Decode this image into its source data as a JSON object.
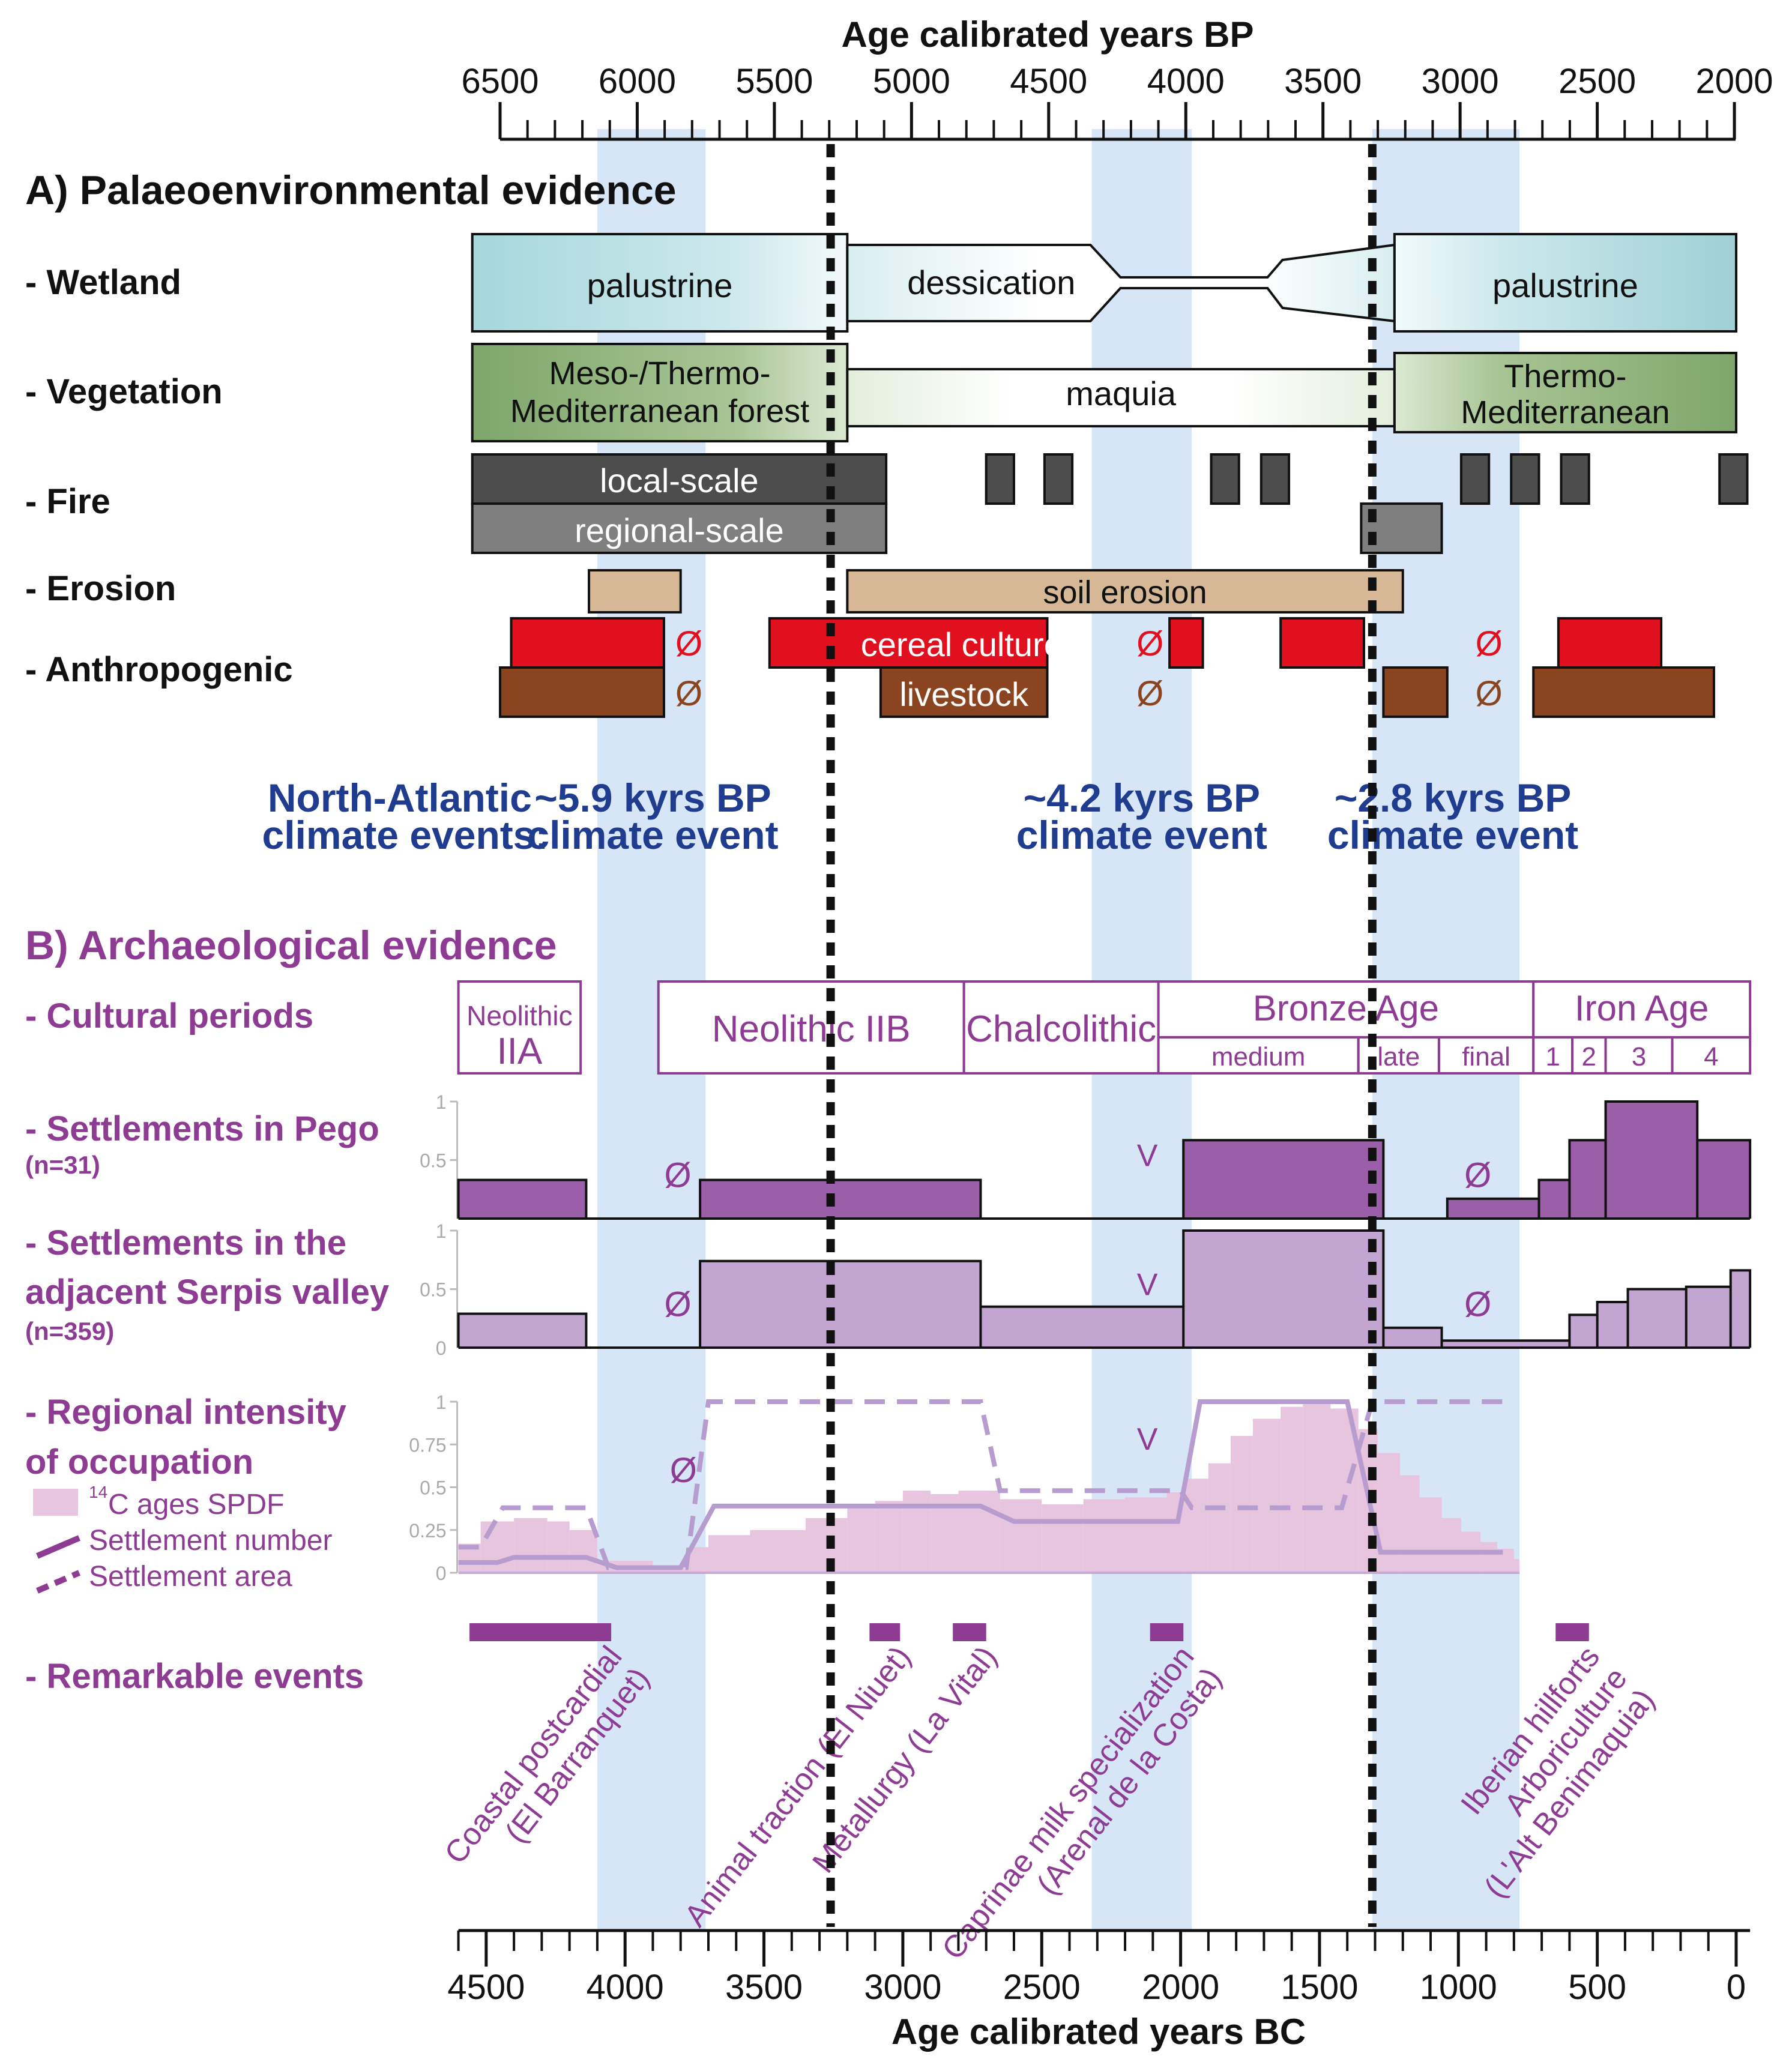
{
  "chart_data": {
    "type": "timeline",
    "top_axis": {
      "label": "Age calibrated years BP",
      "ticks": [
        "6500",
        "6000",
        "5500",
        "5000",
        "4500",
        "4000",
        "3500",
        "3000",
        "2500",
        "2000"
      ],
      "range": [
        6500,
        2000
      ]
    },
    "bottom_axis": {
      "label": "Age calibrated years BC",
      "ticks": [
        "4500",
        "4000",
        "3500",
        "3000",
        "2500",
        "2000",
        "1500",
        "1000",
        "500",
        "0"
      ],
      "range": [
        4500,
        0
      ]
    },
    "climate_bands_bc": [
      [
        4100,
        3710
      ],
      [
        2320,
        1960
      ],
      [
        1310,
        780
      ]
    ],
    "dotted_lines_bc": [
      3260,
      1310
    ],
    "section_a": {
      "title": "A) Palaeoenvironmental evidence",
      "rows": {
        "wetland": "- Wetland",
        "vegetation": "- Vegetation",
        "fire": "- Fire",
        "erosion": "- Erosion",
        "anthropogenic": "- Anthropogenic"
      },
      "wetland": {
        "segments": [
          {
            "label": "palustrine",
            "from_bc": 4550,
            "to_bc": 3200
          },
          {
            "label": "dessication",
            "from_bc": 3200,
            "to_bc": 1230
          },
          {
            "label": "palustrine",
            "from_bc": 1230,
            "to_bc": 0
          }
        ]
      },
      "vegetation": {
        "segments": [
          {
            "label": [
              "Meso-/Thermo-",
              "Mediterranean forest"
            ],
            "from_bc": 4550,
            "to_bc": 3200
          },
          {
            "label": [
              "maquia"
            ],
            "from_bc": 3200,
            "to_bc": 1230
          },
          {
            "label": [
              "Thermo-",
              "Mediterranean"
            ],
            "from_bc": 1230,
            "to_bc": 0
          }
        ]
      },
      "fire": {
        "local_label": "local-scale",
        "regional_label": "regional-scale",
        "local_bars_bc": [
          [
            4550,
            3060
          ],
          [
            2700,
            2600
          ],
          [
            2490,
            2390
          ],
          [
            1890,
            1790
          ],
          [
            1710,
            1610
          ],
          [
            990,
            890
          ],
          [
            810,
            710
          ],
          [
            630,
            530
          ],
          [
            60,
            -40
          ]
        ],
        "regional_bars_bc": [
          [
            4550,
            3060
          ],
          [
            1350,
            1060
          ]
        ]
      },
      "erosion": {
        "label": "soil erosion",
        "bars_bc": [
          [
            4130,
            3800
          ],
          [
            3200,
            1200
          ]
        ]
      },
      "anthropogenic": {
        "cereal_label": "cereal culture",
        "livestock_label": "livestock",
        "absent_symbol": "Ø",
        "cereal_bars_bc": [
          [
            4410,
            3860
          ],
          [
            3480,
            2480
          ],
          [
            2040,
            1920
          ],
          [
            1640,
            1340
          ],
          [
            640,
            270
          ]
        ],
        "livestock_bars_bc": [
          [
            4450,
            3860
          ],
          [
            3080,
            2480
          ],
          [
            1270,
            1040
          ],
          [
            730,
            80
          ]
        ],
        "cereal_absent_bc": [
          3770,
          2110,
          890
        ],
        "livestock_absent_bc": [
          3770,
          2110,
          890
        ]
      },
      "climate": {
        "header": [
          "North-Atlantic",
          "climate events:"
        ],
        "events": [
          {
            "label": [
              "~5.9 kyrs BP",
              "climate event"
            ],
            "at_bc": 3900
          },
          {
            "label": [
              "~4.2 kyrs BP",
              "climate event"
            ],
            "at_bc": 2140
          },
          {
            "label": [
              "~2.8 kyrs BP",
              "climate event"
            ],
            "at_bc": 1020
          }
        ]
      }
    },
    "section_b": {
      "title": "B) Archaeological evidence",
      "rows": {
        "cultural": "- Cultural periods",
        "pego": "- Settlements in Pego",
        "pego_n": "(n=31)",
        "serpis_1": "- Settlements in the",
        "serpis_2": "adjacent Serpis valley",
        "serpis_n": "(n=359)",
        "regional_1": "- Regional intensity",
        "regional_2": "of occupation",
        "remarkable": "- Remarkable events"
      },
      "cultural_periods": {
        "neolithic_iia": [
          "Neolithic",
          "IIA"
        ],
        "neolithic_iib": "Neolithic IIB",
        "chalcolithic": "Chalcolithic",
        "bronze_age": "Bronze Age",
        "bronze_subs": [
          "medium",
          "late",
          "final"
        ],
        "iron_age": "Iron Age",
        "iron_subs": [
          "1",
          "2",
          "3",
          "4"
        ]
      },
      "pego": {
        "y_ticks": [
          "1",
          "0.5"
        ],
        "ylim": [
          0,
          1
        ],
        "steps": [
          {
            "from_bc": 4600,
            "to_bc": 4140,
            "value": 0.33
          },
          {
            "from_bc": 3730,
            "to_bc": 2720,
            "value": 0.33
          },
          {
            "from_bc": 1990,
            "to_bc": 1270,
            "value": 0.67
          },
          {
            "from_bc": 1040,
            "to_bc": 710,
            "value": 0.17
          },
          {
            "from_bc": 710,
            "to_bc": 600,
            "value": 0.33
          },
          {
            "from_bc": 600,
            "to_bc": 470,
            "value": 0.67
          },
          {
            "from_bc": 470,
            "to_bc": 140,
            "value": 1.0
          },
          {
            "from_bc": 140,
            "to_bc": -50,
            "value": 0.67
          }
        ],
        "absent_bc": [
          3810,
          930
        ],
        "up_marker_bc": 2120,
        "up_marker": "V"
      },
      "serpis": {
        "y_ticks": [
          "1",
          "0.5",
          "0"
        ],
        "ylim": [
          0,
          1
        ],
        "steps": [
          {
            "from_bc": 4600,
            "to_bc": 4140,
            "value": 0.29
          },
          {
            "from_bc": 3730,
            "to_bc": 2720,
            "value": 0.74
          },
          {
            "from_bc": 2720,
            "to_bc": 1990,
            "value": 0.35
          },
          {
            "from_bc": 1990,
            "to_bc": 1270,
            "value": 1.0
          },
          {
            "from_bc": 1270,
            "to_bc": 1060,
            "value": 0.17
          },
          {
            "from_bc": 1060,
            "to_bc": 600,
            "value": 0.06
          },
          {
            "from_bc": 600,
            "to_bc": 500,
            "value": 0.28
          },
          {
            "from_bc": 500,
            "to_bc": 390,
            "value": 0.39
          },
          {
            "from_bc": 390,
            "to_bc": 180,
            "value": 0.5
          },
          {
            "from_bc": 180,
            "to_bc": 20,
            "value": 0.52
          },
          {
            "from_bc": 20,
            "to_bc": -50,
            "value": 0.66
          }
        ],
        "absent_bc": [
          3810,
          930
        ],
        "up_marker_bc": 2120,
        "up_marker": "V"
      },
      "regional": {
        "y_ticks": [
          "1",
          "0.75",
          "0.5",
          "0.25",
          "0"
        ],
        "ylim": [
          0,
          1
        ],
        "legend": {
          "spdf_sup": "14",
          "spdf": "C ages SPDF",
          "number": "Settlement number",
          "area": "Settlement area"
        },
        "spdf_steps": [
          [
            4600,
            0.17
          ],
          [
            4520,
            0.3
          ],
          [
            4400,
            0.32
          ],
          [
            4280,
            0.3
          ],
          [
            4200,
            0.25
          ],
          [
            4100,
            0.07
          ],
          [
            3900,
            0.03
          ],
          [
            3780,
            0.15
          ],
          [
            3700,
            0.22
          ],
          [
            3550,
            0.25
          ],
          [
            3350,
            0.32
          ],
          [
            3200,
            0.38
          ],
          [
            3100,
            0.42
          ],
          [
            3000,
            0.48
          ],
          [
            2900,
            0.46
          ],
          [
            2800,
            0.48
          ],
          [
            2650,
            0.43
          ],
          [
            2500,
            0.4
          ],
          [
            2350,
            0.43
          ],
          [
            2200,
            0.44
          ],
          [
            2050,
            0.47
          ],
          [
            1980,
            0.55
          ],
          [
            1900,
            0.64
          ],
          [
            1820,
            0.8
          ],
          [
            1740,
            0.9
          ],
          [
            1640,
            0.97
          ],
          [
            1560,
            1.0
          ],
          [
            1460,
            0.96
          ],
          [
            1360,
            0.84
          ],
          [
            1290,
            0.7
          ],
          [
            1210,
            0.57
          ],
          [
            1140,
            0.44
          ],
          [
            1060,
            0.32
          ],
          [
            990,
            0.24
          ],
          [
            920,
            0.18
          ],
          [
            860,
            0.14
          ],
          [
            800,
            0.08
          ]
        ],
        "spdf_end_bc": 780,
        "settlement_number": [
          [
            4600,
            0.06
          ],
          [
            4460,
            0.06
          ],
          [
            4400,
            0.09
          ],
          [
            4140,
            0.09
          ],
          [
            4030,
            0.03
          ],
          [
            3800,
            0.03
          ],
          [
            3680,
            0.39
          ],
          [
            3190,
            0.39
          ],
          [
            2720,
            0.39
          ],
          [
            2600,
            0.3
          ],
          [
            2010,
            0.3
          ],
          [
            1930,
            1.0
          ],
          [
            1400,
            1.0
          ],
          [
            1280,
            0.12
          ],
          [
            840,
            0.12
          ]
        ],
        "settlement_area": [
          [
            4600,
            0.15
          ],
          [
            4520,
            0.15
          ],
          [
            4440,
            0.38
          ],
          [
            4230,
            0.38
          ],
          [
            4140,
            0.38
          ],
          [
            4060,
            0.03
          ],
          [
            3780,
            0.03
          ],
          [
            3700,
            1.0
          ],
          [
            3200,
            1.0
          ],
          [
            2720,
            1.0
          ],
          [
            2650,
            0.48
          ],
          [
            2000,
            0.48
          ],
          [
            1960,
            0.38
          ],
          [
            1420,
            0.38
          ],
          [
            1310,
            1.0
          ],
          [
            800,
            1.0
          ]
        ],
        "absent_bc": 3790,
        "up_marker_bc": 2120,
        "up_marker": "V"
      },
      "remarkable_events": [
        {
          "label": [
            "Coastal postcardial",
            "(El Barranquet)"
          ],
          "from_bc": 4560,
          "to_bc": 4050
        },
        {
          "label": [
            "Animal traction (El Niuet)"
          ],
          "from_bc": 3120,
          "to_bc": 3010
        },
        {
          "label": [
            "Metallurgy (La Vital)"
          ],
          "from_bc": 2820,
          "to_bc": 2700
        },
        {
          "label": [
            "Caprinae milk specialization",
            "(Arenal de la Costa)"
          ],
          "from_bc": 2110,
          "to_bc": 1990
        },
        {
          "label": [
            "Iberian hillforts",
            "Arboriculture",
            "(L'Alt Benimaquia)"
          ],
          "from_bc": 650,
          "to_bc": 530
        }
      ]
    }
  },
  "colors": {
    "band": "#d7e6f6",
    "wetland": "#9fd4d8",
    "vegetation": "#84a86f",
    "fire_local": "#4d4d4d",
    "fire_regional": "#7f7f7f",
    "erosion": "#d6b896",
    "cereal": "#e0101e",
    "livestock": "#8b4420",
    "climate_text": "#1f3c8e",
    "archaeo": "#8e3b93",
    "pego_fill": "#9a5fa8",
    "serpis_fill": "#c2a6d1",
    "spdf_fill": "#e7c5df",
    "regional_line": "#b79ccf"
  }
}
